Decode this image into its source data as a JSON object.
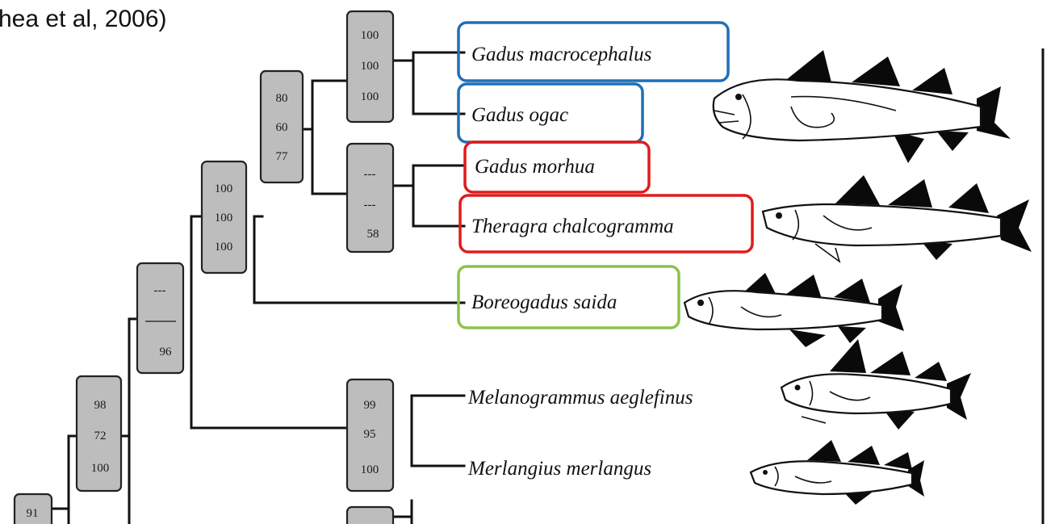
{
  "caption": "hea et al, 2006)",
  "colors": {
    "blue_box": "#1f6fb7",
    "red_box": "#e01b1b",
    "green_box": "#8bc34a",
    "node_fill": "#bdbdbd"
  },
  "nodes": [
    {
      "id": "n_macro_ogac",
      "values": [
        "100",
        "100",
        "100"
      ]
    },
    {
      "id": "n_gadus_clade",
      "values": [
        "80",
        "60",
        "77"
      ]
    },
    {
      "id": "n_morhua_theragra",
      "values": [
        "---",
        "---",
        "58"
      ]
    },
    {
      "id": "n_boreogadus",
      "values": [
        "100",
        "100",
        "100"
      ]
    },
    {
      "id": "n_upper",
      "values": [
        "---",
        "",
        "96"
      ]
    },
    {
      "id": "n_melano_merlang",
      "values": [
        "99",
        "95",
        "100"
      ]
    },
    {
      "id": "n_left",
      "values": [
        "98",
        "72",
        "100"
      ]
    },
    {
      "id": "n_bottom_left",
      "values": [
        "91"
      ]
    },
    {
      "id": "n_bottom_mid",
      "values": [
        ""
      ]
    }
  ],
  "taxa": [
    {
      "name": "Gadus macrocephalus",
      "highlight": "blue"
    },
    {
      "name": "Gadus ogac",
      "highlight": "blue"
    },
    {
      "name": "Gadus morhua",
      "highlight": "red"
    },
    {
      "name": "Theragra chalcogramma",
      "highlight": "red"
    },
    {
      "name": "Boreogadus saida",
      "highlight": "green"
    },
    {
      "name": "Melanogrammus aeglefinus",
      "highlight": "none"
    },
    {
      "name": "Merlangius merlangus",
      "highlight": "none"
    }
  ],
  "fish_icons": [
    "cod-fish-icon",
    "pollock-fish-icon",
    "polar-cod-fish-icon",
    "haddock-fish-icon",
    "whiting-fish-icon"
  ]
}
